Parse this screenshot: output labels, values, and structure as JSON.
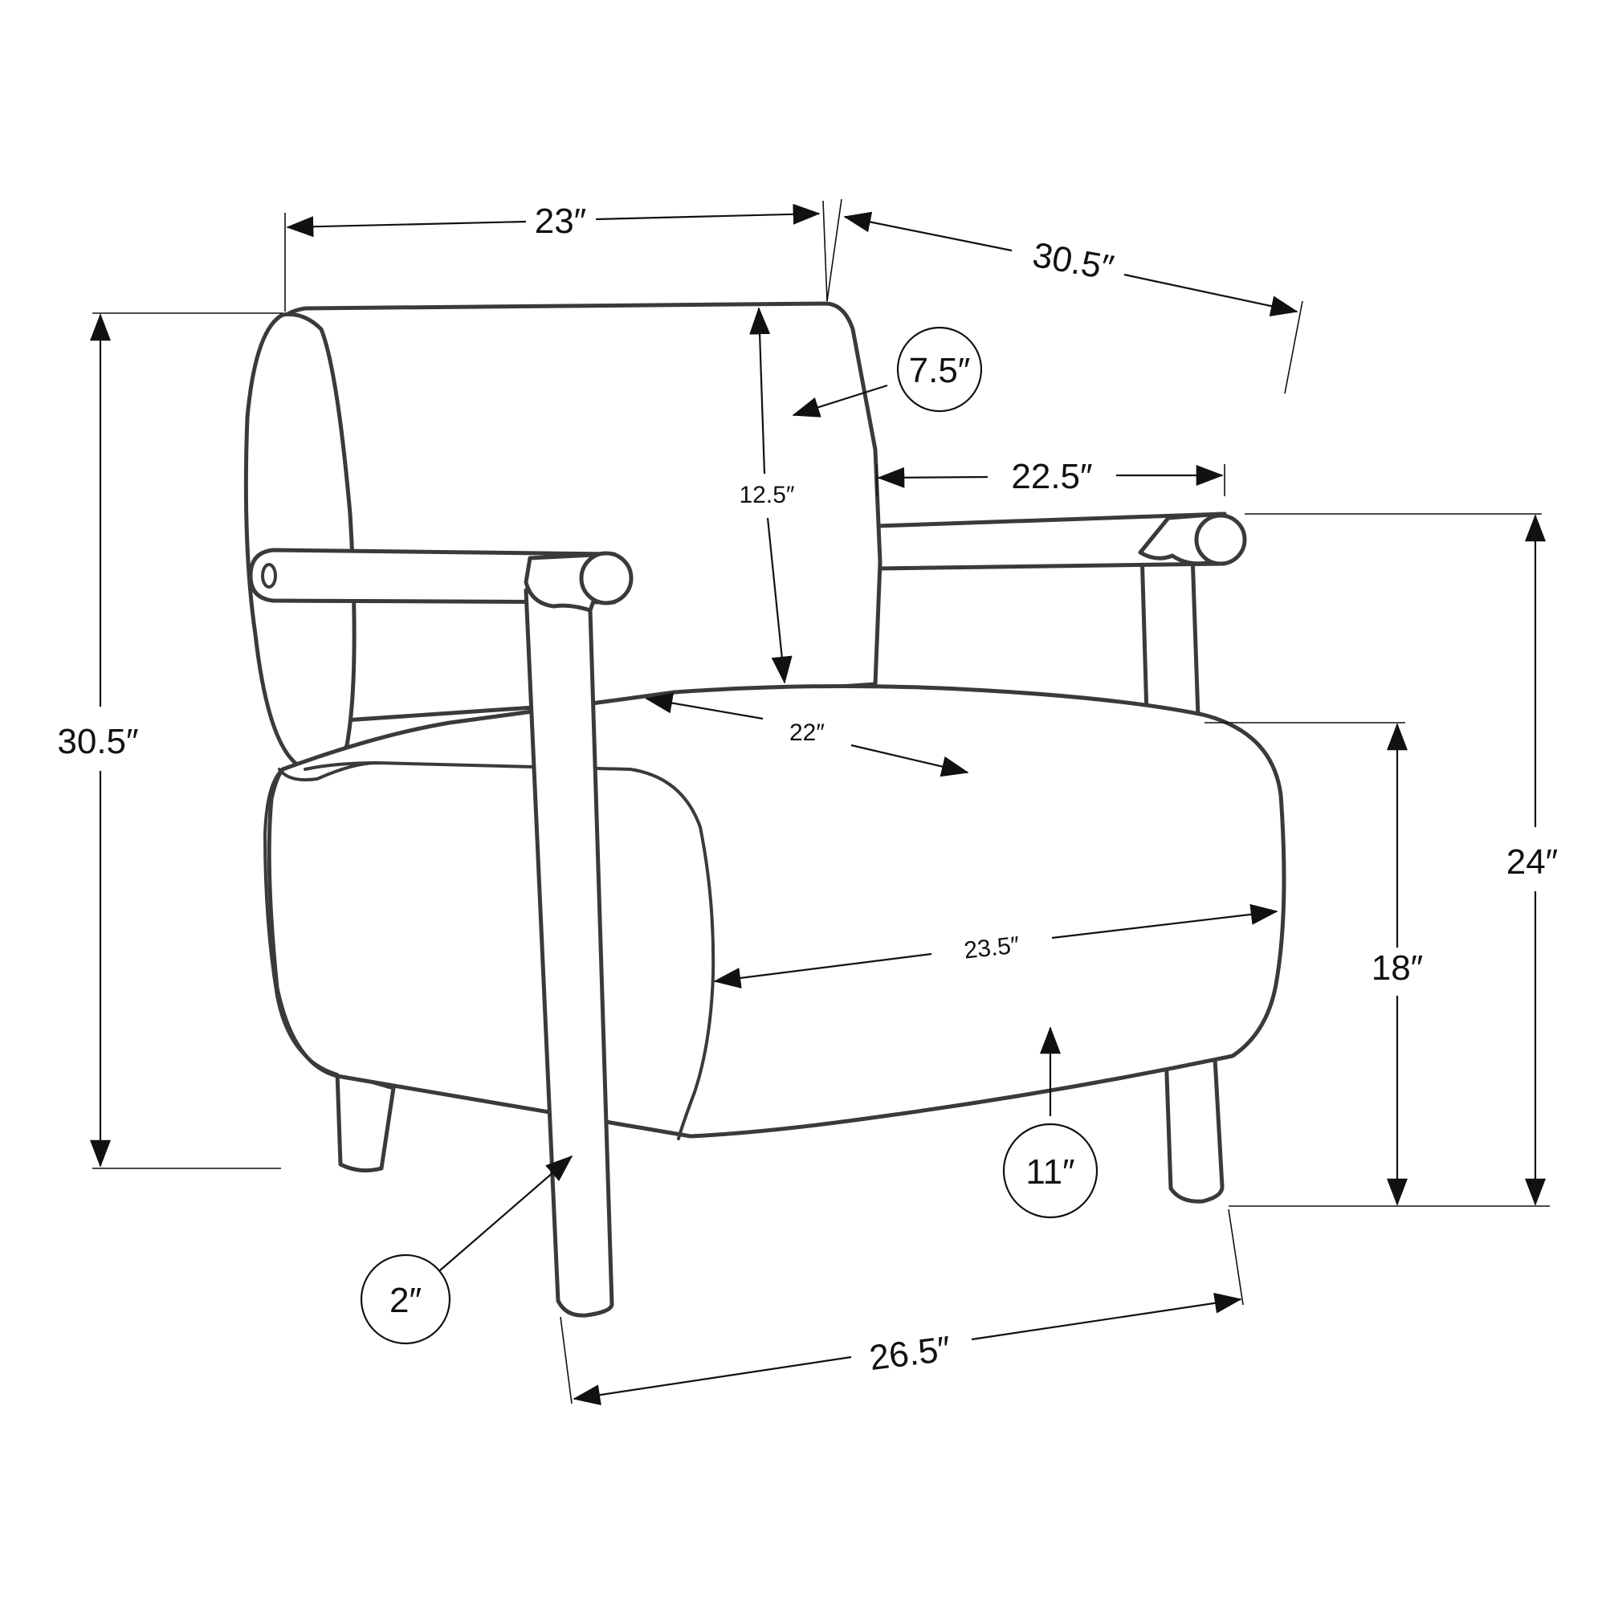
{
  "colors": {
    "line": "#111111",
    "outline": "#3a3a3a",
    "background": "#ffffff"
  },
  "dimensions": {
    "top_width": "23″",
    "top_depth": "30.5″",
    "back_roll_diameter": "7.5″",
    "inner_width": "22.5″",
    "back_height": "12.5″",
    "overall_height": "30.5″",
    "seat_depth": "22″",
    "seat_width": "23.5″",
    "arm_height": "24″",
    "seat_height": "18″",
    "leg_height": "11″",
    "leg_diameter": "2″",
    "bottom_depth": "26.5″"
  }
}
